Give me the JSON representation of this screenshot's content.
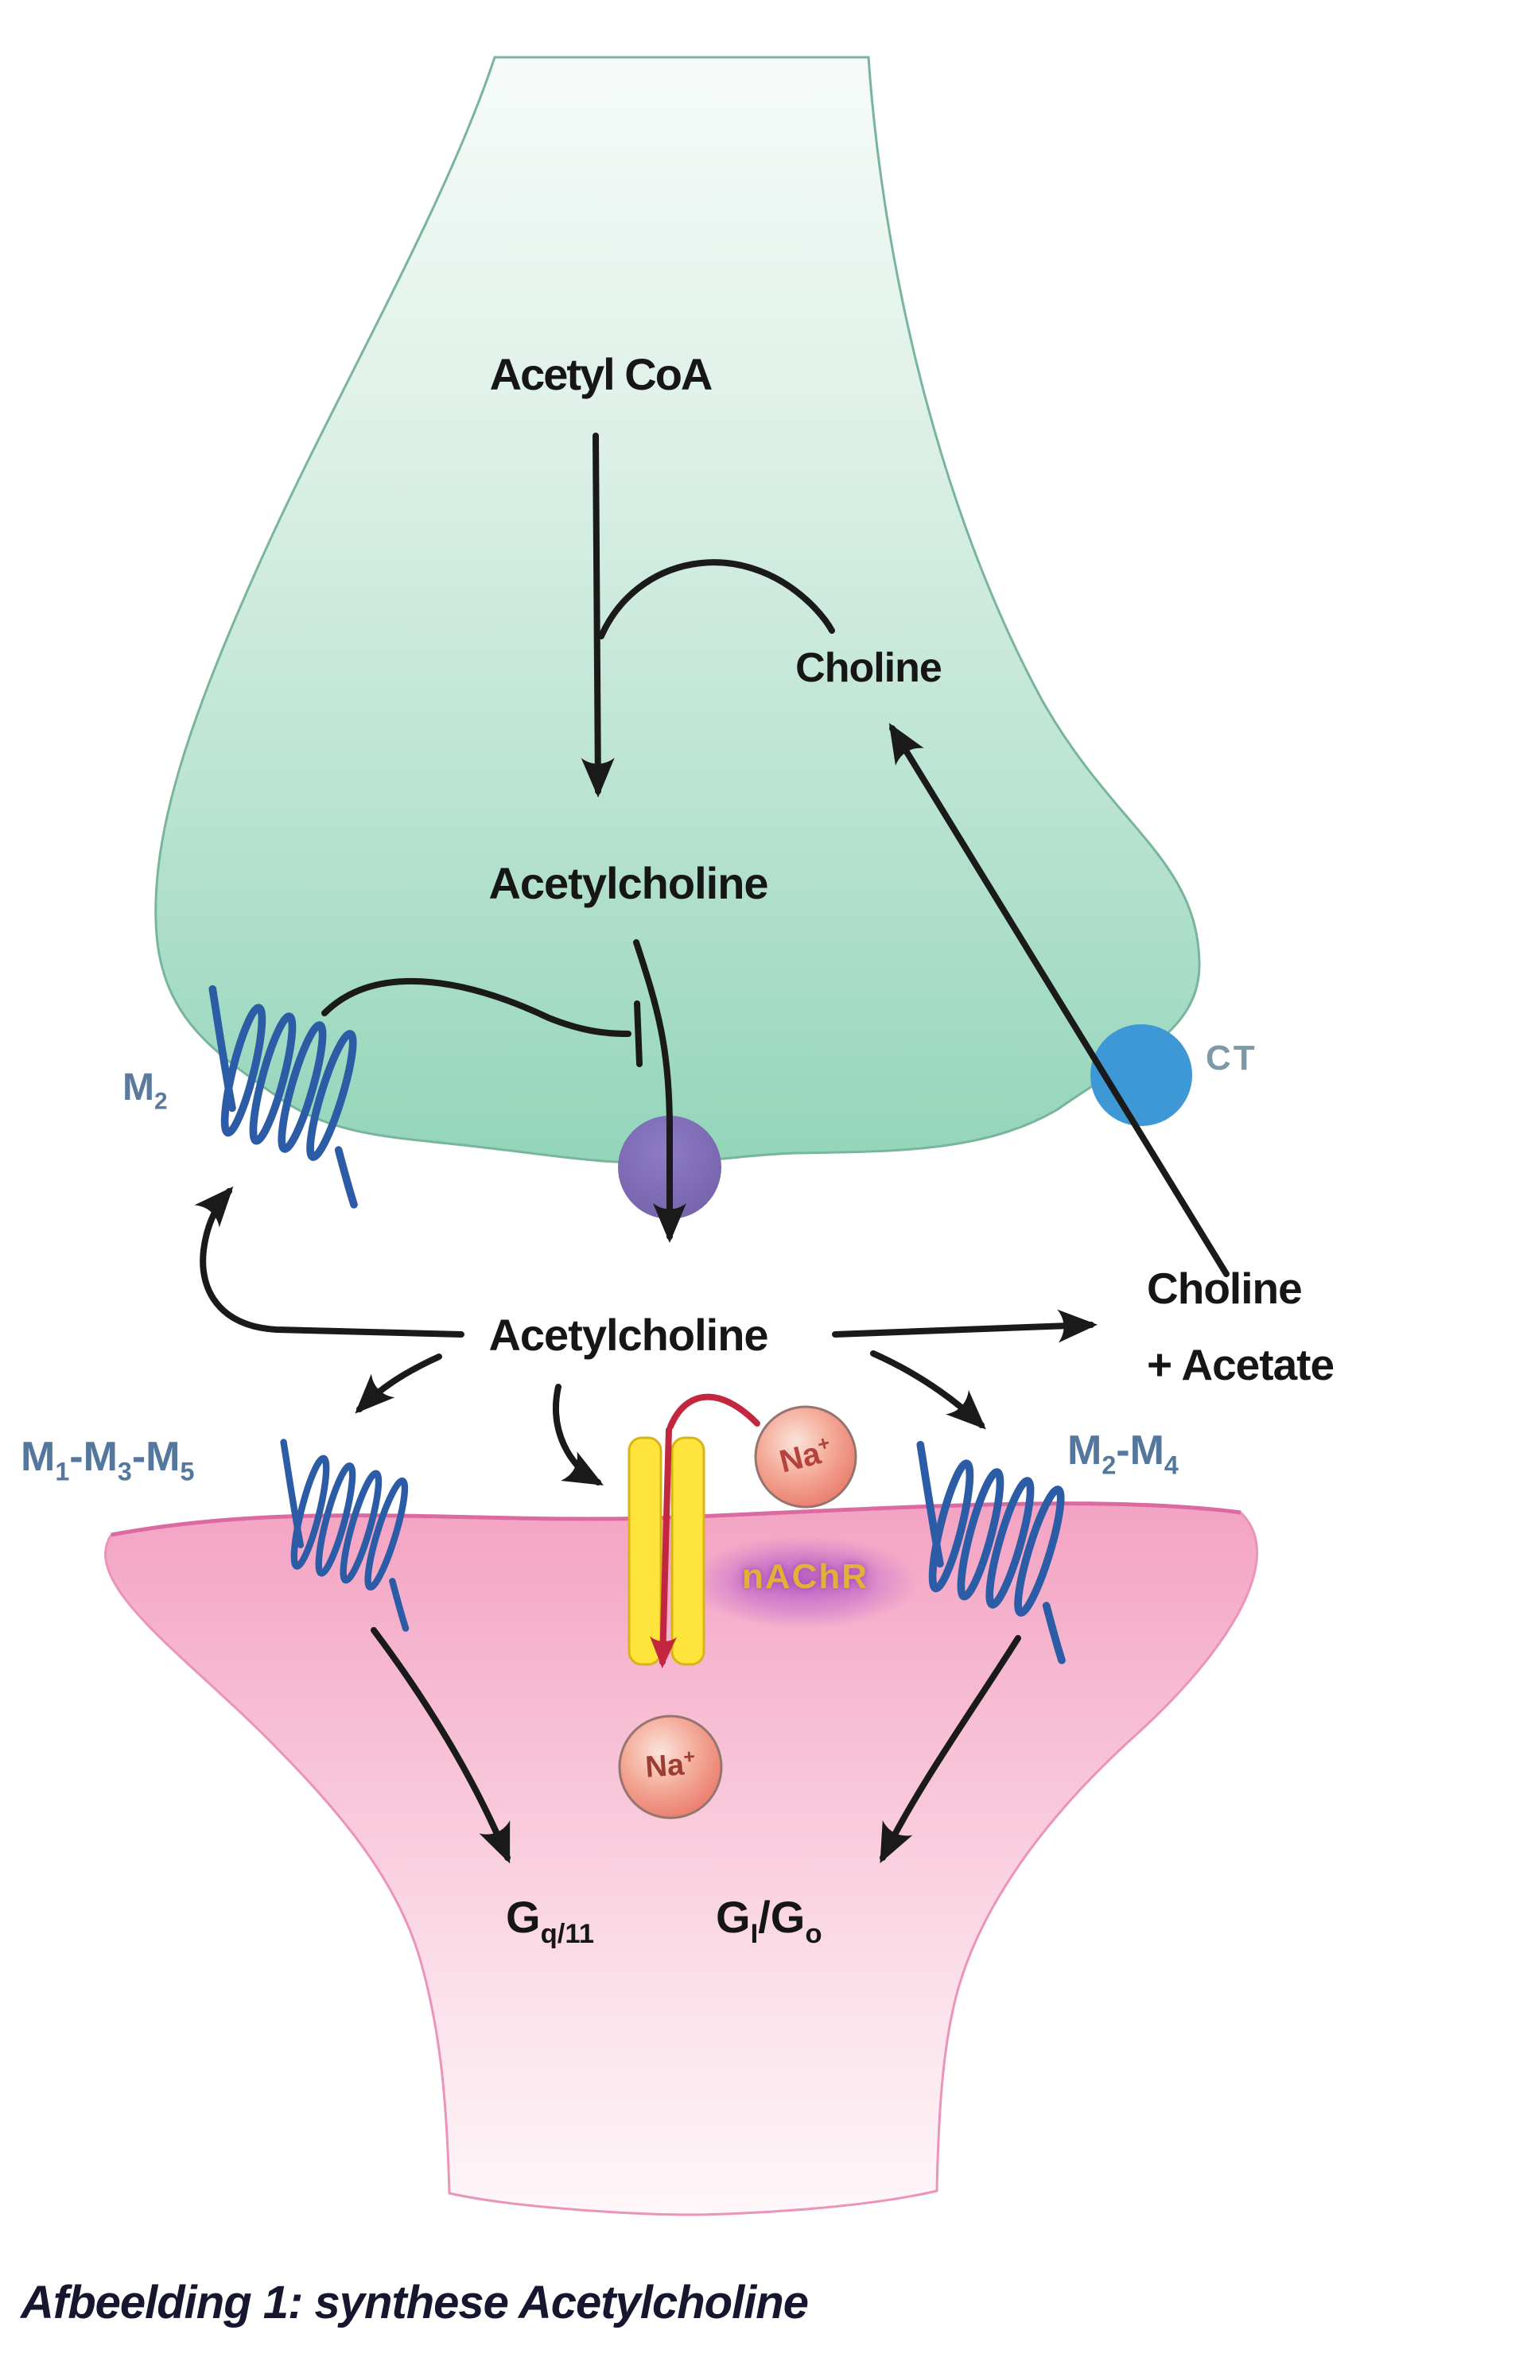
{
  "labels": {
    "acetyl_coa": "Acetyl CoA",
    "choline_top": "Choline",
    "acetylcholine_pre": "Acetylcholine",
    "acetylcholine_cleft": "Acetylcholine",
    "m2": {
      "base": "M",
      "sub": "2"
    },
    "ct": "CT",
    "choline_acetate_line1": "Choline",
    "choline_acetate_line2": "+ Acetate",
    "m135": {
      "p1": "M",
      "s1": "1",
      "p2": "-M",
      "s2": "3",
      "p3": "-M",
      "s3": "5"
    },
    "m24": {
      "p1": "M",
      "s1": "2",
      "p2": "-M",
      "s2": "4"
    },
    "nachr": "nAChR",
    "na_upper": {
      "base": "Na",
      "sup": "+"
    },
    "na_lower": {
      "base": "Na",
      "sup": "+"
    },
    "g_q11": {
      "base": "G",
      "sub": "q/11"
    },
    "g_i_o": {
      "p1": "G",
      "s1": "I",
      "p2": "/G",
      "s2": "o"
    }
  },
  "caption": "Afbeelding 1: synthese Acetylcholine",
  "colors": {
    "presynaptic_green": "#93d5ba",
    "postsynaptic_pink": "#f3a3c3",
    "receptor_blue": "#2c5ca5",
    "vesicle_purple": "#7f6cbb",
    "transporter_blue": "#3e98d5",
    "channel_yellow": "#ffe43c",
    "sodium_ball_red": "#ee8677",
    "sodium_text_red": "#b5423c",
    "arrow_black": "#1a1a1a",
    "arrow_red": "#c32740",
    "nachr_gold": "#e0b23a",
    "glow_purple": "#ba5fcd",
    "membrane_edge_pink": "#db6aa2",
    "label_blue": "#54779e"
  }
}
